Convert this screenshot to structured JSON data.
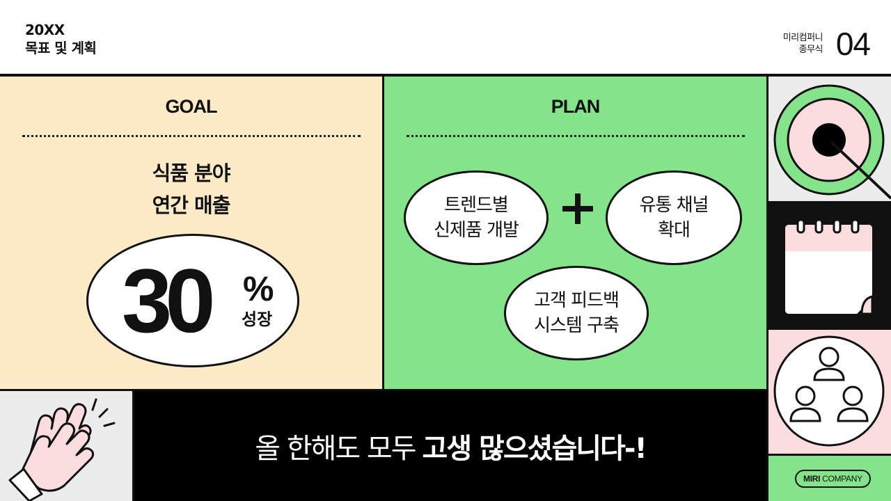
{
  "header": {
    "title_line1": "20XX",
    "title_line2": "목표 및 계획",
    "company_line1": "미리컴퍼니",
    "company_line2": "종무식",
    "page_number": "04"
  },
  "goal": {
    "heading": "GOAL",
    "desc_line1": "식품 분야",
    "desc_line2": "연간 매출",
    "number": "30",
    "unit": "%",
    "label": "성장"
  },
  "plan": {
    "heading": "PLAN",
    "items": [
      {
        "line1": "트렌드별",
        "line2": "신제품 개발"
      },
      {
        "line1": "유통 채널",
        "line2": "확대"
      },
      {
        "line1": "고객 피드백",
        "line2": "시스템 구축"
      }
    ]
  },
  "footer": {
    "message_regular": "올 한해도 모두",
    "message_bold": "고생 많으셨습니다-!"
  },
  "logo": {
    "bold": "MIRI",
    "regular": "COMPANY"
  },
  "icons": [
    "target-icon",
    "calendar-icon",
    "people-network-icon",
    "clapping-hands-icon",
    "plus-icon"
  ],
  "colors": {
    "goal_bg": "#fdebc8",
    "plan_bg": "#83e48a",
    "accent_pink": "#fbdcdf",
    "grey_bg": "#ececec",
    "dark": "#111111"
  }
}
